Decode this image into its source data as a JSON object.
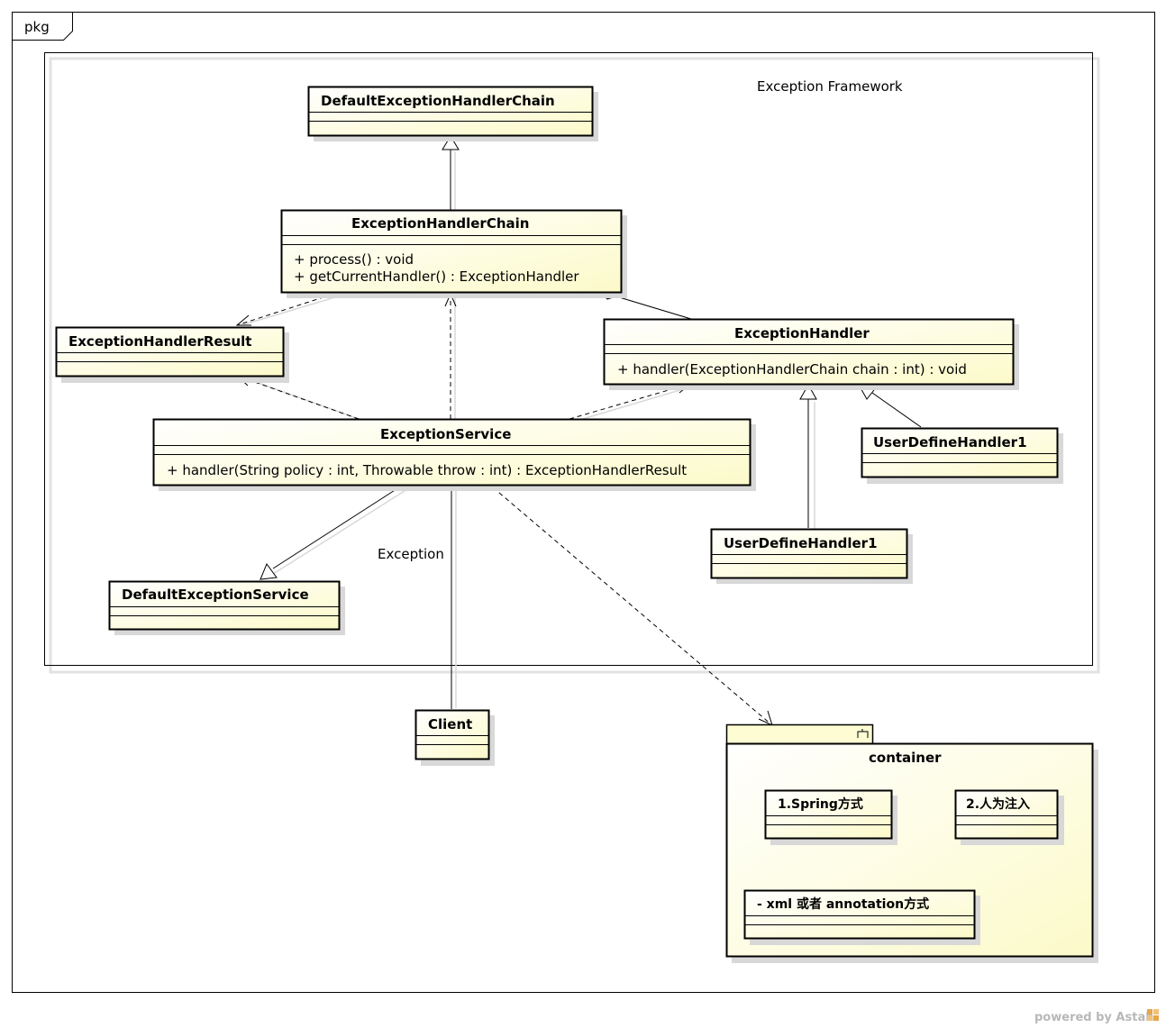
{
  "frame": {
    "label": "pkg"
  },
  "boundary": {
    "label": "Exception Framework"
  },
  "classes": {
    "default_chain": {
      "name": "DefaultExceptionHandlerChain"
    },
    "chain": {
      "name": "ExceptionHandlerChain",
      "ops": [
        "+ process() : void",
        "+ getCurrentHandler() : ExceptionHandler"
      ]
    },
    "result": {
      "name": "ExceptionHandlerResult"
    },
    "handler": {
      "name": "ExceptionHandler",
      "ops": [
        "+ handler(ExceptionHandlerChain chain : int) : void"
      ]
    },
    "service": {
      "name": "ExceptionService",
      "ops": [
        "+ handler(String policy : int, Throwable throw : int) : ExceptionHandlerResult"
      ]
    },
    "user_handler_a": {
      "name": "UserDefineHandler1"
    },
    "user_handler_b": {
      "name": "UserDefineHandler1"
    },
    "default_service": {
      "name": "DefaultExceptionService"
    },
    "client": {
      "name": "Client"
    }
  },
  "association_label": "Exception",
  "container": {
    "name": "container",
    "items": {
      "spring": "1.Spring方式",
      "manual": "2.人为注入",
      "xml": "- xml 或者 annotation方式"
    }
  },
  "footer": {
    "text": "powered by Astah"
  },
  "colors": {
    "class_fill": "#fdfcd2",
    "shadow": "#d8d8d8",
    "line": "#000000"
  }
}
